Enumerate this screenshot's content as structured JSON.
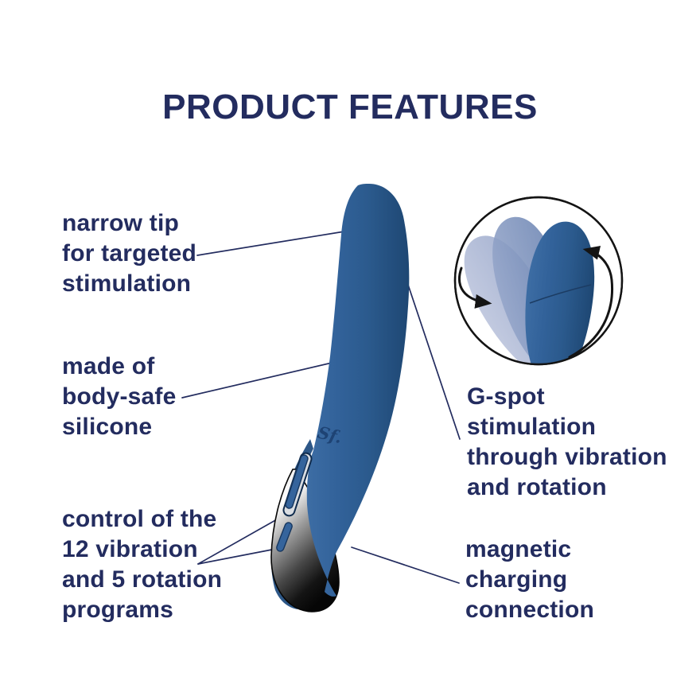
{
  "title": "PRODUCT FEATURES",
  "features": [
    {
      "id": "narrow-tip",
      "text": "narrow tip\nfor targeted\nstimulation"
    },
    {
      "id": "body-safe-silicone",
      "text": "made of\nbody-safe\nsilicone"
    },
    {
      "id": "vibration-rotation-programs",
      "text": "control of the\n12 vibration\nand 5 rotation\nprograms"
    },
    {
      "id": "g-spot-stimulation",
      "text": "G-spot\nstimulation\nthrough vibration\nand rotation"
    },
    {
      "id": "magnetic-charging",
      "text": "magnetic\ncharging\nconnection"
    }
  ],
  "product": {
    "logo_text": "Sf."
  },
  "colors": {
    "navy": "#232c5f",
    "product_blue": "#2e5f94",
    "product_blue_light": "#3d6da4",
    "product_blue_dark": "#1e4773",
    "ghost_blue_light": "#aeb8d6",
    "ghost_blue": "#8296c2",
    "chrome_dark": "#0b0b0b",
    "arrow_black": "#141414"
  }
}
